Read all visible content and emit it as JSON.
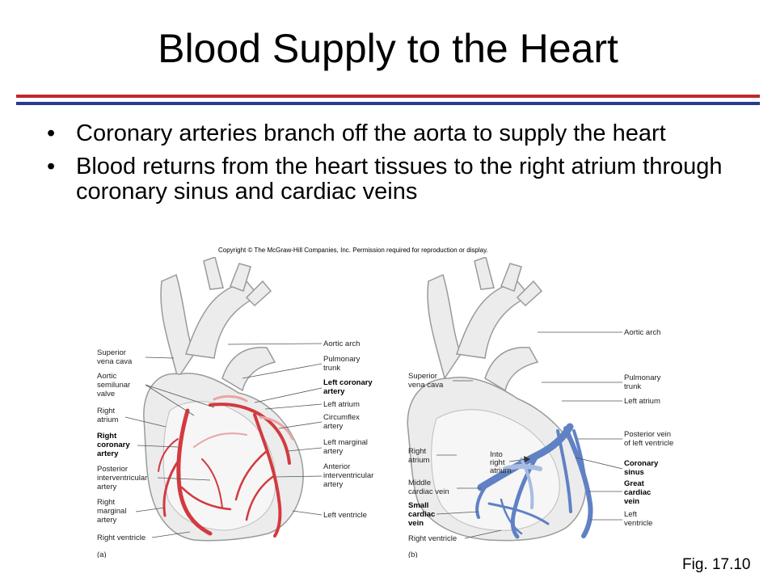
{
  "slide": {
    "title": "Blood Supply to the Heart",
    "bullets": [
      "Coronary arteries branch off the aorta to supply the heart",
      "Blood returns from the heart tissues to the right atrium through coronary sinus and cardiac veins"
    ],
    "bullet_glyph": "•",
    "copyright": "Copyright © The McGraw-Hill Companies, Inc. Permission required for reproduction or display.",
    "figure_ref": "Fig. 17.10",
    "colors": {
      "rule_red": "#c0282c",
      "rule_blue": "#2b3990",
      "artery": "#d33a3f",
      "vein": "#6081c4"
    }
  },
  "panel_a": {
    "tag": "(a)",
    "left_labels": {
      "superior_vena_cava": [
        "Superior",
        "vena cava"
      ],
      "aortic_semilunar_valve": [
        "Aortic",
        "semilunar",
        "valve"
      ],
      "right_atrium": [
        "Right",
        "atrium"
      ],
      "right_coronary_artery": [
        "Right",
        "coronary",
        "artery"
      ],
      "posterior_interventricular_artery": [
        "Posterior",
        "interventricular",
        "artery"
      ],
      "right_marginal_artery": [
        "Right",
        "marginal",
        "artery"
      ],
      "right_ventricle": [
        "Right ventricle"
      ]
    },
    "right_labels": {
      "aortic_arch": [
        "Aortic arch"
      ],
      "pulmonary_trunk": [
        "Pulmonary",
        "trunk"
      ],
      "left_coronary_artery": [
        "Left coronary",
        "artery"
      ],
      "left_atrium": [
        "Left atrium"
      ],
      "circumflex_artery": [
        "Circumflex",
        "artery"
      ],
      "left_marginal_artery": [
        "Left marginal",
        "artery"
      ],
      "anterior_interventricular_artery": [
        "Anterior",
        "interventricular",
        "artery"
      ],
      "left_ventricle": [
        "Left ventricle"
      ]
    }
  },
  "panel_b": {
    "tag": "(b)",
    "left_labels": {
      "superior_vena_cava": [
        "Superior",
        "vena cava"
      ],
      "right_atrium": [
        "Right",
        "atrium"
      ],
      "middle_cardiac_vein": [
        "Middle",
        "cardiac vein"
      ],
      "small_cardiac_vein": [
        "Small",
        "cardiac",
        "vein"
      ],
      "right_ventricle": [
        "Right ventricle"
      ]
    },
    "inner_label": [
      "Into",
      "right",
      "atrium"
    ],
    "right_labels": {
      "aortic_arch": [
        "Aortic arch"
      ],
      "pulmonary_trunk": [
        "Pulmonary",
        "trunk"
      ],
      "left_atrium": [
        "Left atrium"
      ],
      "posterior_vein_left_ventricle": [
        "Posterior vein",
        "of left ventricle"
      ],
      "coronary_sinus": [
        "Coronary",
        "sinus"
      ],
      "great_cardiac_vein": [
        "Great",
        "cardiac",
        "vein"
      ],
      "left_ventricle": [
        "Left",
        "ventricle"
      ]
    }
  }
}
